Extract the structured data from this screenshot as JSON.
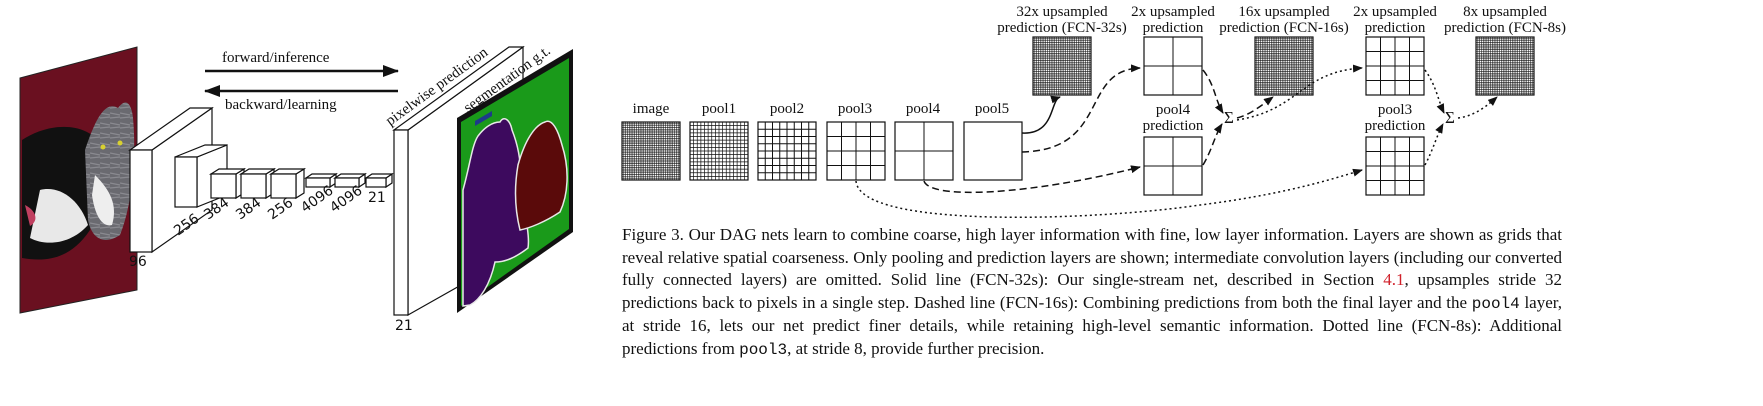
{
  "left_panel": {
    "forward_label": "forward/inference",
    "backward_label": "backward/learning",
    "prediction_label": "pixelwise prediction",
    "gt_label": "segmentation g.t.",
    "channel_labels": [
      "96",
      "256",
      "384",
      "384",
      "256",
      "4096",
      "4096",
      "21"
    ],
    "output_channels": "21",
    "colors": {
      "background_class": "#1a9a1a",
      "cat_class": "#3d0a5e",
      "dog_class": "#5a0a0a",
      "boundary": "#e0e0e0"
    }
  },
  "right_panel": {
    "layers": [
      "image",
      "pool1",
      "pool2",
      "pool3",
      "pool4",
      "pool5"
    ],
    "upsample_32x": "32x upsampled\nprediction (FCN-32s)",
    "upsample_2x_a": "2x upsampled\nprediction",
    "upsample_16x": "16x upsampled\nprediction (FCN-16s)",
    "upsample_2x_b": "2x upsampled\nprediction",
    "upsample_8x": "8x upsampled\nprediction (FCN-8s)",
    "pool4_prediction": "pool4\nprediction",
    "pool3_prediction": "pool3\nprediction",
    "sum_symbol": "Σ"
  },
  "caption": {
    "prefix": "Figure 3.  Our DAG nets learn to combine coarse, high layer information with fine, low layer information. Layers are shown as grids that reveal relative spatial coarseness. Only pooling and prediction layers are shown; intermediate convolution layers (including our converted fully connected layers) are omitted. Solid line (FCN-32s): Our single-stream net, described in Section ",
    "ref": "4.1",
    "mid1": ", upsamples stride 32 predictions back to pixels in a single step. Dashed line (FCN-16s): Combining predictions from both the final layer and the ",
    "code1": "pool4",
    "mid2": " layer, at stride 16, lets our net predict finer details, while retaining high-level semantic information. Dotted line (FCN-8s): Additional predictions from ",
    "code2": "pool3",
    "suffix": ", at stride 8, provide further precision."
  }
}
